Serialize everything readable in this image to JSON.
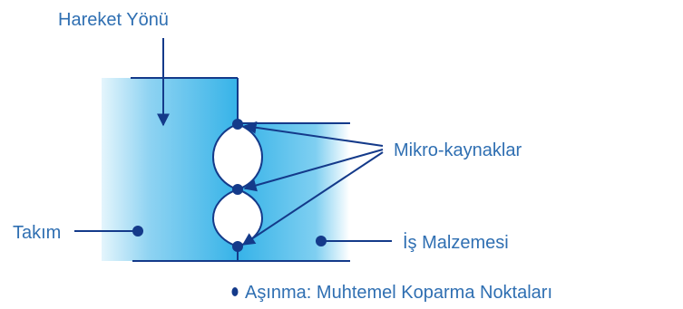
{
  "colors": {
    "label": "#2f6fb2",
    "ink": "#143a8a",
    "tool_fill": "#36b3e8",
    "tool_edge_fade": "#e4f5fc",
    "work_fill": "#5bc3ee",
    "work_edge_fade": "#ffffff"
  },
  "labels": {
    "direction": "Hareket Yönü",
    "micro_welds": "Mikro-kaynaklar",
    "tool": "Takım",
    "workpiece": "İş Malzemesi",
    "legend": "Aşınma: Muhtemel Koparma Noktaları"
  },
  "icons": {
    "direction_arrow": "arrow-down-icon",
    "legend_bullet": "dot-icon"
  }
}
